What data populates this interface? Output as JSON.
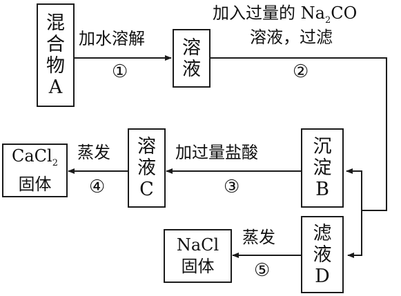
{
  "nodes": {
    "mixture_a": [
      "混",
      "合",
      "物",
      "A"
    ],
    "solution": [
      "溶",
      "液"
    ],
    "precipitate_b": [
      "沉",
      "淀",
      "B"
    ],
    "solution_c": [
      "溶",
      "液",
      "C"
    ],
    "cacl2_solid": {
      "formula": "CaCl",
      "sub": "2",
      "line2": "固体"
    },
    "filtrate_d": [
      "滤",
      "液",
      "D"
    ],
    "nacl_solid": {
      "line1": "NaCl",
      "line2": "固体"
    }
  },
  "steps": {
    "s1": {
      "label": "加水溶解",
      "num": "①"
    },
    "s2": {
      "label_prefix": "加入过量的 Na",
      "label_sub": "2",
      "label_suffix": "CO",
      "label_line2": "溶液，过滤",
      "num": "②"
    },
    "s3": {
      "label": "加过量盐酸",
      "num": "③"
    },
    "s4": {
      "label": "蒸发",
      "num": "④"
    },
    "s5": {
      "label": "蒸发",
      "num": "⑤"
    }
  }
}
